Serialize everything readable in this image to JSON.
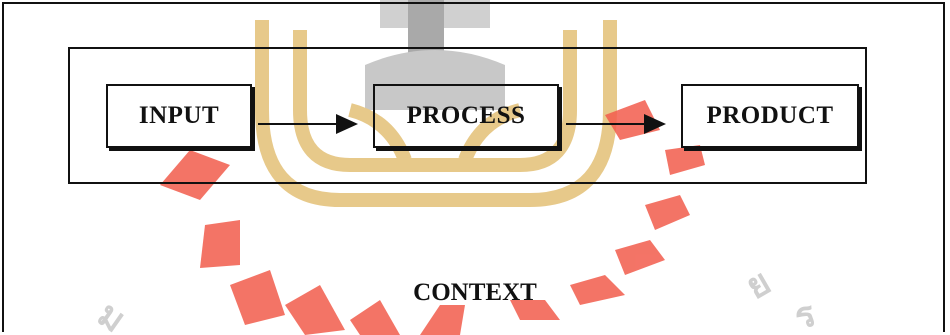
{
  "diagram": {
    "outer_label": "CONTEXT",
    "stages": [
      {
        "label": "INPUT"
      },
      {
        "label": "PROCESS"
      },
      {
        "label": "PRODUCT"
      }
    ]
  },
  "colors": {
    "ink": "#111111",
    "watermark_red": "#f25c4c",
    "watermark_gold": "#e7c98a",
    "watermark_gray": "#bdbdbd"
  }
}
